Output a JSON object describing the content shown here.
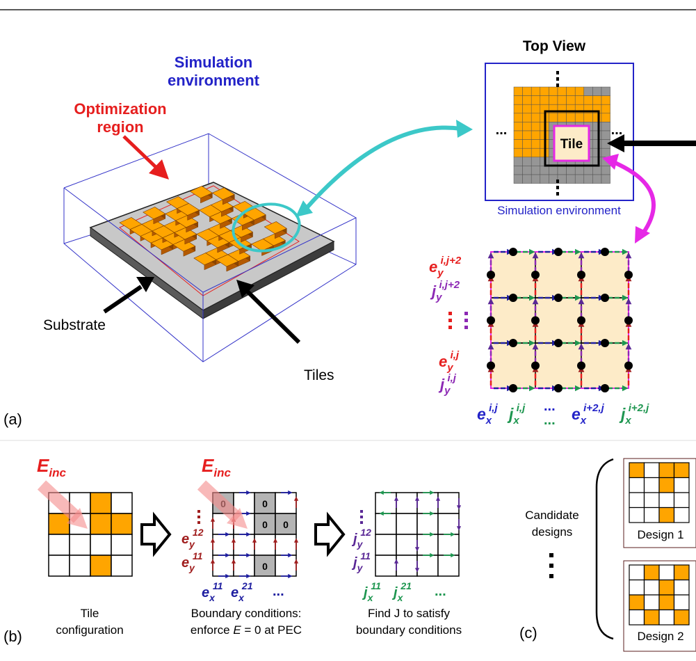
{
  "panel_a": {
    "panel_label": "(a)",
    "sim_env_label_1": "Simulation",
    "sim_env_label_2": "environment",
    "opt_region_label_1": "Optimization",
    "opt_region_label_2": "region",
    "substrate_label": "Substrate",
    "tiles_label": "Tiles",
    "top_view_title": "Top View",
    "tile_label": "Tile",
    "top_view_caption": "Simulation environment",
    "dots": "...",
    "ey_ij2_base": "e",
    "ey_ij2_sub": "y",
    "ey_ij2_sup": "i,j+2",
    "jy_ij2_base": "j",
    "jy_ij2_sub": "y",
    "jy_ij2_sup": "i,j+2",
    "ey_ij_base": "e",
    "ey_ij_sub": "y",
    "ey_ij_sup": "i,j",
    "jy_ij_base": "j",
    "jy_ij_sub": "y",
    "jy_ij_sup": "i,j",
    "ex_ij_base": "e",
    "ex_ij_sub": "x",
    "ex_ij_sup": "i,j",
    "jx_ij_base": "j",
    "jx_ij_sub": "x",
    "jx_ij_sup": "i,j",
    "ex_i2j_base": "e",
    "ex_i2j_sub": "x",
    "ex_i2j_sup": "i+2,j",
    "jx_i2j_base": "j",
    "jx_i2j_sub": "x",
    "jx_i2j_sup": "i+2,j"
  },
  "panel_b": {
    "panel_label": "(b)",
    "einc_base": "E",
    "einc_sub": "inc",
    "caption1_l1": "Tile",
    "caption1_l2": "configuration",
    "caption2_l1": "Boundary conditions:",
    "caption2_l2a": "enforce ",
    "caption2_l2b": "E",
    "caption2_l2c": " = 0 at PEC",
    "caption3_l1": "Find J to satisfy",
    "caption3_l2": "boundary conditions",
    "zero": "0",
    "ey12_base": "e",
    "ey12_sub": "y",
    "ey12_sup": "12",
    "ey11_base": "e",
    "ey11_sub": "y",
    "ey11_sup": "11",
    "ex11_base": "e",
    "ex11_sub": "x",
    "ex11_sup": "11",
    "ex21_base": "e",
    "ex21_sub": "x",
    "ex21_sup": "21",
    "jy12_base": "j",
    "jy12_sub": "y",
    "jy12_sup": "12",
    "jy11_base": "j",
    "jy11_sub": "y",
    "jy11_sup": "11",
    "jx11_base": "j",
    "jx11_sub": "x",
    "jx11_sup": "11",
    "jx21_base": "j",
    "jx21_sub": "x",
    "jx21_sup": "21",
    "dots": "..."
  },
  "panel_c": {
    "panel_label": "(c)",
    "candidate_l1": "Candidate",
    "candidate_l2": "designs",
    "design1": "Design 1",
    "design2": "Design 2"
  },
  "colors": {
    "gold": "#FFA500",
    "blue_frame": "#2323C8",
    "red": "#E61E1E",
    "cyan": "#3CC8C8",
    "magenta": "#E628E6",
    "navy_arrow": "#1E1EA0",
    "green": "#1E9650",
    "purple": "#8C28B4",
    "dark_red": "#A01E1E",
    "tile_bg": "#FDEBC8",
    "gray_tile": "#B4B4B4"
  }
}
